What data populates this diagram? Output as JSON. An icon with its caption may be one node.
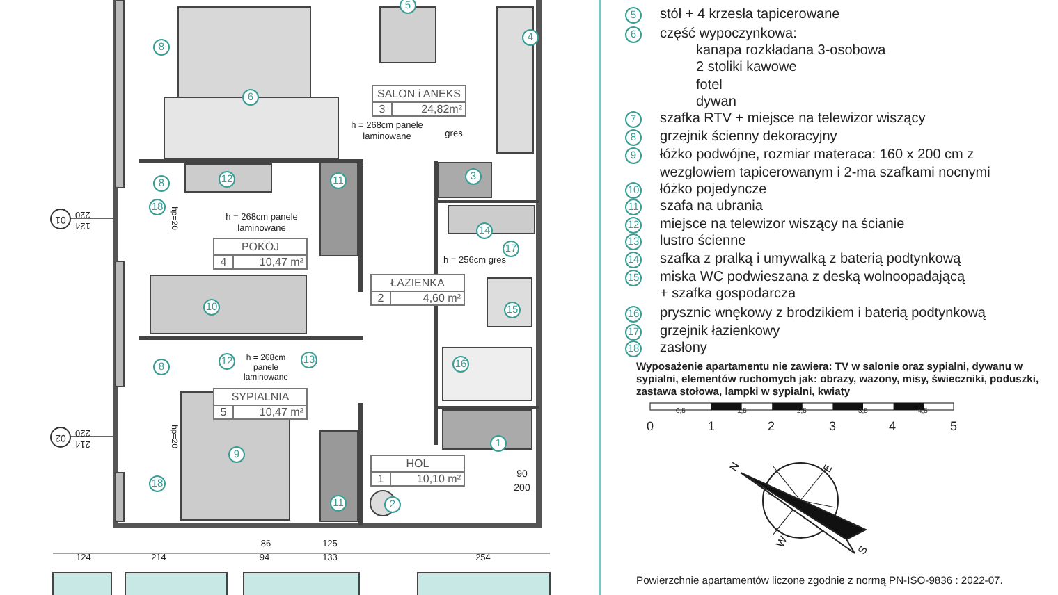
{
  "diagram": {
    "nodes": [
      {
        "text": [
          "5"
        ]
      },
      {
        "text": [
          "4"
        ]
      },
      {
        "text": [
          "8"
        ]
      },
      {
        "text": [
          "6"
        ]
      },
      {
        "text": [
          "SALON i ANEKS",
          "3",
          "24,82m²"
        ]
      },
      {
        "text": [
          "3"
        ]
      },
      {
        "text": [
          "8"
        ]
      },
      {
        "text": [
          "12"
        ]
      },
      {
        "text": [
          "11"
        ]
      },
      {
        "text": [
          "18"
        ]
      },
      {
        "text": [
          "01"
        ],
        "beside": [
          "220",
          "124"
        ]
      },
      {
        "text": [
          "14"
        ]
      },
      {
        "text": [
          "POKÓJ",
          "4",
          "10,47 m²"
        ]
      },
      {
        "text": [
          "17"
        ]
      },
      {
        "text": [
          "ŁAZIENKA",
          "2",
          "4,60 m²"
        ]
      },
      {
        "text": [
          "10"
        ]
      },
      {
        "text": [
          "15"
        ]
      },
      {
        "text": [
          "13"
        ]
      },
      {
        "text": [
          "12"
        ]
      },
      {
        "text": [
          "8"
        ]
      },
      {
        "text": [
          "16"
        ]
      },
      {
        "text": [
          "SYPIALNIA",
          "5",
          "10,47 m²"
        ]
      },
      {
        "text": [
          "02"
        ],
        "beside": [
          "220",
          "214"
        ]
      },
      {
        "text": [
          "1"
        ]
      },
      {
        "text": [
          "9"
        ]
      },
      {
        "text": [
          "HOL",
          "1",
          "10,10 m²"
        ]
      },
      {
        "text": [
          "18"
        ]
      },
      {
        "text": [
          "11"
        ]
      },
      {
        "text": [
          "2"
        ]
      },
      {
        "text": [
          "5"
        ],
        "beside": [
          "stół + 4 krzesła tapicerowane"
        ]
      },
      {
        "text": [
          "6"
        ],
        "beside": [
          "część wypoczynkowa:",
          "kanapa rozkładana 3-osobowa",
          "2 stoliki kawowe",
          "fotel",
          "dywan"
        ]
      },
      {
        "text": [
          "7"
        ],
        "beside": [
          "szafka RTV + miejsce na telewizor wiszący"
        ]
      },
      {
        "text": [
          "8"
        ],
        "beside": [
          "grzejnik ścienny dekoracyjny"
        ]
      },
      {
        "text": [
          "9"
        ],
        "beside": [
          "łóżko podwójne, rozmiar materaca: 160 x 200 cm z wezgłowiem tapicerowanym i 2-ma szafkami nocnymi"
        ]
      },
      {
        "text": [
          "10"
        ],
        "beside": [
          "łóżko pojedyncze"
        ]
      },
      {
        "text": [
          "11"
        ],
        "beside": [
          "szafa na ubrania"
        ]
      },
      {
        "text": [
          "12"
        ],
        "beside": [
          "miejsce na telewizor wiszący na ścianie"
        ]
      },
      {
        "text": [
          "13"
        ],
        "beside": [
          "lustro ścienne"
        ]
      },
      {
        "text": [
          "14"
        ],
        "beside": [
          "szafka z pralką i umywalką z baterią podtynkową"
        ]
      },
      {
        "text": [
          "15"
        ],
        "beside": [
          "miska WC podwieszana z deską  wolnoopadającą",
          "+ szafka gospodarcza"
        ]
      },
      {
        "text": [
          "16"
        ],
        "beside": [
          "prysznic wnękowy z brodzikiem i baterią podtynkową"
        ]
      },
      {
        "text": [
          "17"
        ],
        "beside": [
          "grzejnik łazienkowy"
        ]
      },
      {
        "text": [
          "18"
        ],
        "beside": [
          "zasłony"
        ]
      }
    ],
    "edges": [
      {
        "from": 10,
        "to": null,
        "arrow": "none"
      },
      {
        "from": 22,
        "to": null,
        "arrow": "none"
      }
    ],
    "labels": [
      "h = 268cm panele laminowane",
      "gres",
      "hp=20",
      "h = 268cm panele laminowane",
      "h = 256cm gres",
      "h = 268cm panele laminowane",
      "hp=20",
      "90",
      "200",
      "124",
      "214",
      "86",
      "94",
      "125",
      "133",
      "254",
      "Wyposażenie apartamentu nie zawiera: TV w salonie oraz sypialni, dywanu w sypialni, elementów ruchomych jak: obrazy, wazony, misy, świeczniki, poduszki, zastawa stołowa, lampki w sypialni, kwiaty",
      "0,5",
      "1,5",
      "2,5",
      "3,5",
      "4,5",
      "0",
      "1",
      "2",
      "3",
      "4",
      "5",
      "N",
      "E",
      "W",
      "S",
      "Powierzchnie apartamentów liczone zgodnie z normą PN-ISO-9836 : 2022-07."
    ]
  }
}
